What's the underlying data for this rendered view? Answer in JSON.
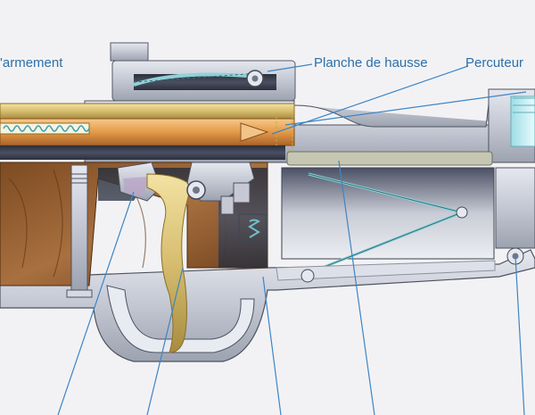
{
  "labels": {
    "armement": "'armement",
    "planche": "Planche de hausse",
    "percuteur": "Percuteur"
  },
  "colors": {
    "label_text": "#2e6fa8",
    "leader_line": "#3d85c6",
    "metal": "#c7cbd6",
    "metal_dark": "#3a3f4d",
    "wood": "#9a6132",
    "brass": "#d9c27a",
    "spring": "#8fd2d8",
    "background": "#f2f2f4"
  }
}
